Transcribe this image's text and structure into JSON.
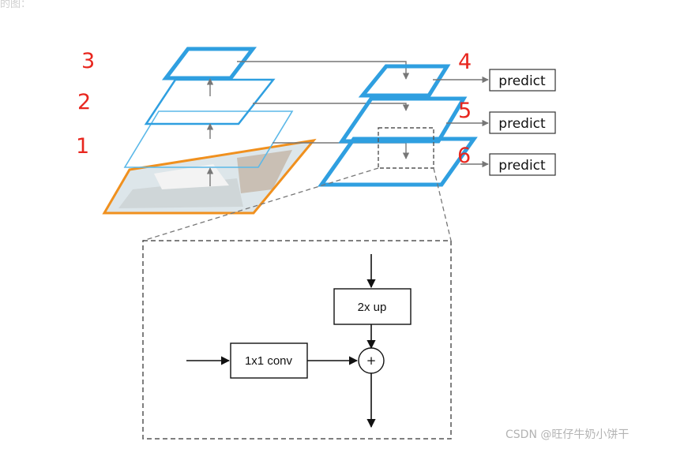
{
  "top_crop_text": "的图：",
  "level_numbers": {
    "n1": "1",
    "n2": "2",
    "n3": "3",
    "n4": "4",
    "n5": "5",
    "n6": "6"
  },
  "predict_labels": {
    "p1": "predict",
    "p2": "predict",
    "p3": "predict"
  },
  "detail": {
    "upsample_label": "2x up",
    "conv_label": "1x1 conv",
    "plus_symbol": "+"
  },
  "watermark": "CSDN @旺仔牛奶小饼干",
  "colors": {
    "pyramid_blue": "#2f9fe0",
    "image_frame_orange": "#f0901e",
    "number_red": "#e8261e",
    "arrow_gray": "#777777"
  }
}
